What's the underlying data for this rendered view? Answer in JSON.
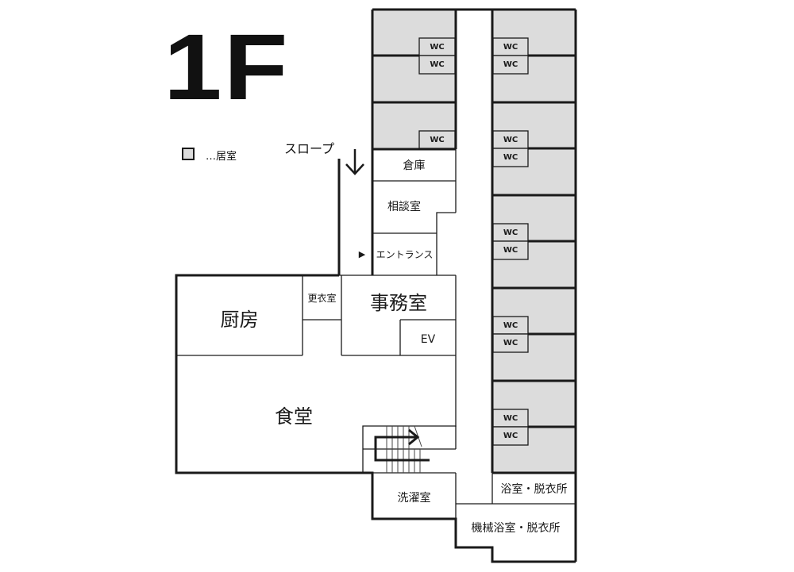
{
  "floor": {
    "title": "1F"
  },
  "legend": {
    "label": "…居室",
    "swatch_color": "#dcdcdc"
  },
  "slope": {
    "label": "スロープ",
    "arrow": "down-arrow-icon"
  },
  "colors": {
    "room_fill": "#dcdcdc",
    "wall": "#1a1a1a",
    "background": "#ffffff"
  },
  "rooms": {
    "storage": "倉庫",
    "consultation": "相談室",
    "entrance": "エントランス",
    "entrance_marker": "▶",
    "locker": "更衣室",
    "office": "事務室",
    "ev": "EV",
    "kitchen": "厨房",
    "dining": "食堂",
    "laundry": "洗濯室",
    "bath": "浴室・脱衣所",
    "machine_bath": "機械浴室・脱衣所"
  },
  "wc_labels": {
    "l1": "WC",
    "l2": "WC",
    "l3": "WC",
    "r1": "WC",
    "r2": "WC",
    "r3": "WC",
    "r4": "WC",
    "r5": "WC",
    "r6": "WC",
    "r7": "WC",
    "r8": "WC",
    "r9": "WC",
    "r10": "WC"
  }
}
